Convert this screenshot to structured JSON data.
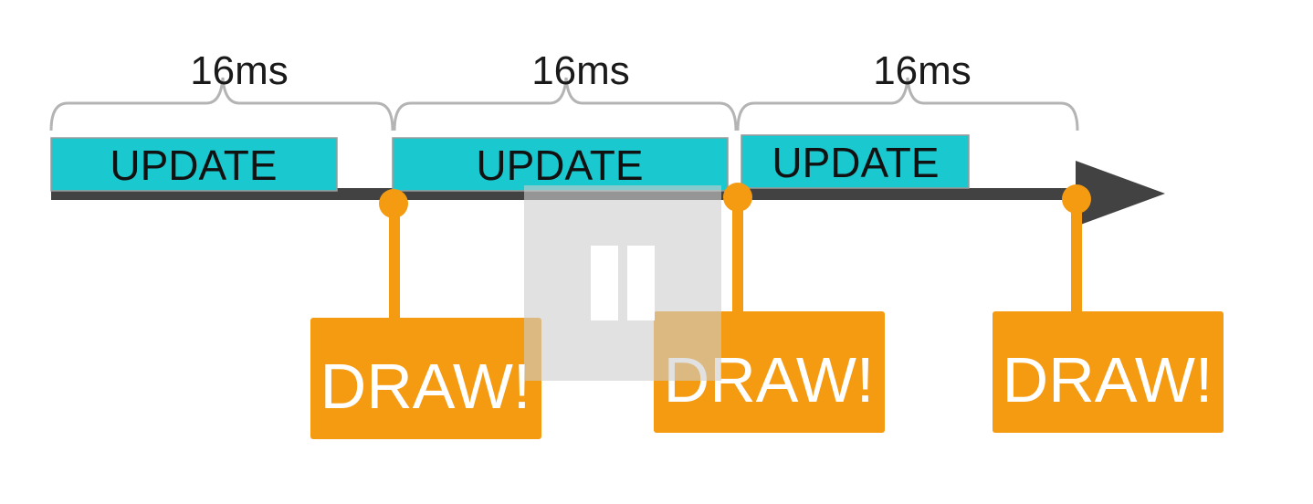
{
  "diagram": {
    "intervals": [
      {
        "label": "16ms"
      },
      {
        "label": "16ms"
      },
      {
        "label": "16ms"
      }
    ],
    "updates": [
      {
        "label": "UPDATE"
      },
      {
        "label": "UPDATE"
      },
      {
        "label": "UPDATE"
      }
    ],
    "draws": [
      {
        "label": "DRAW!"
      },
      {
        "label": "DRAW!"
      },
      {
        "label": "DRAW!"
      }
    ],
    "colors": {
      "update": "#1ac9cf",
      "draw": "#f49b12",
      "timeline": "#424242",
      "bracket": "#b4b4b4"
    }
  },
  "player": {
    "state_icon": "pause-icon"
  }
}
